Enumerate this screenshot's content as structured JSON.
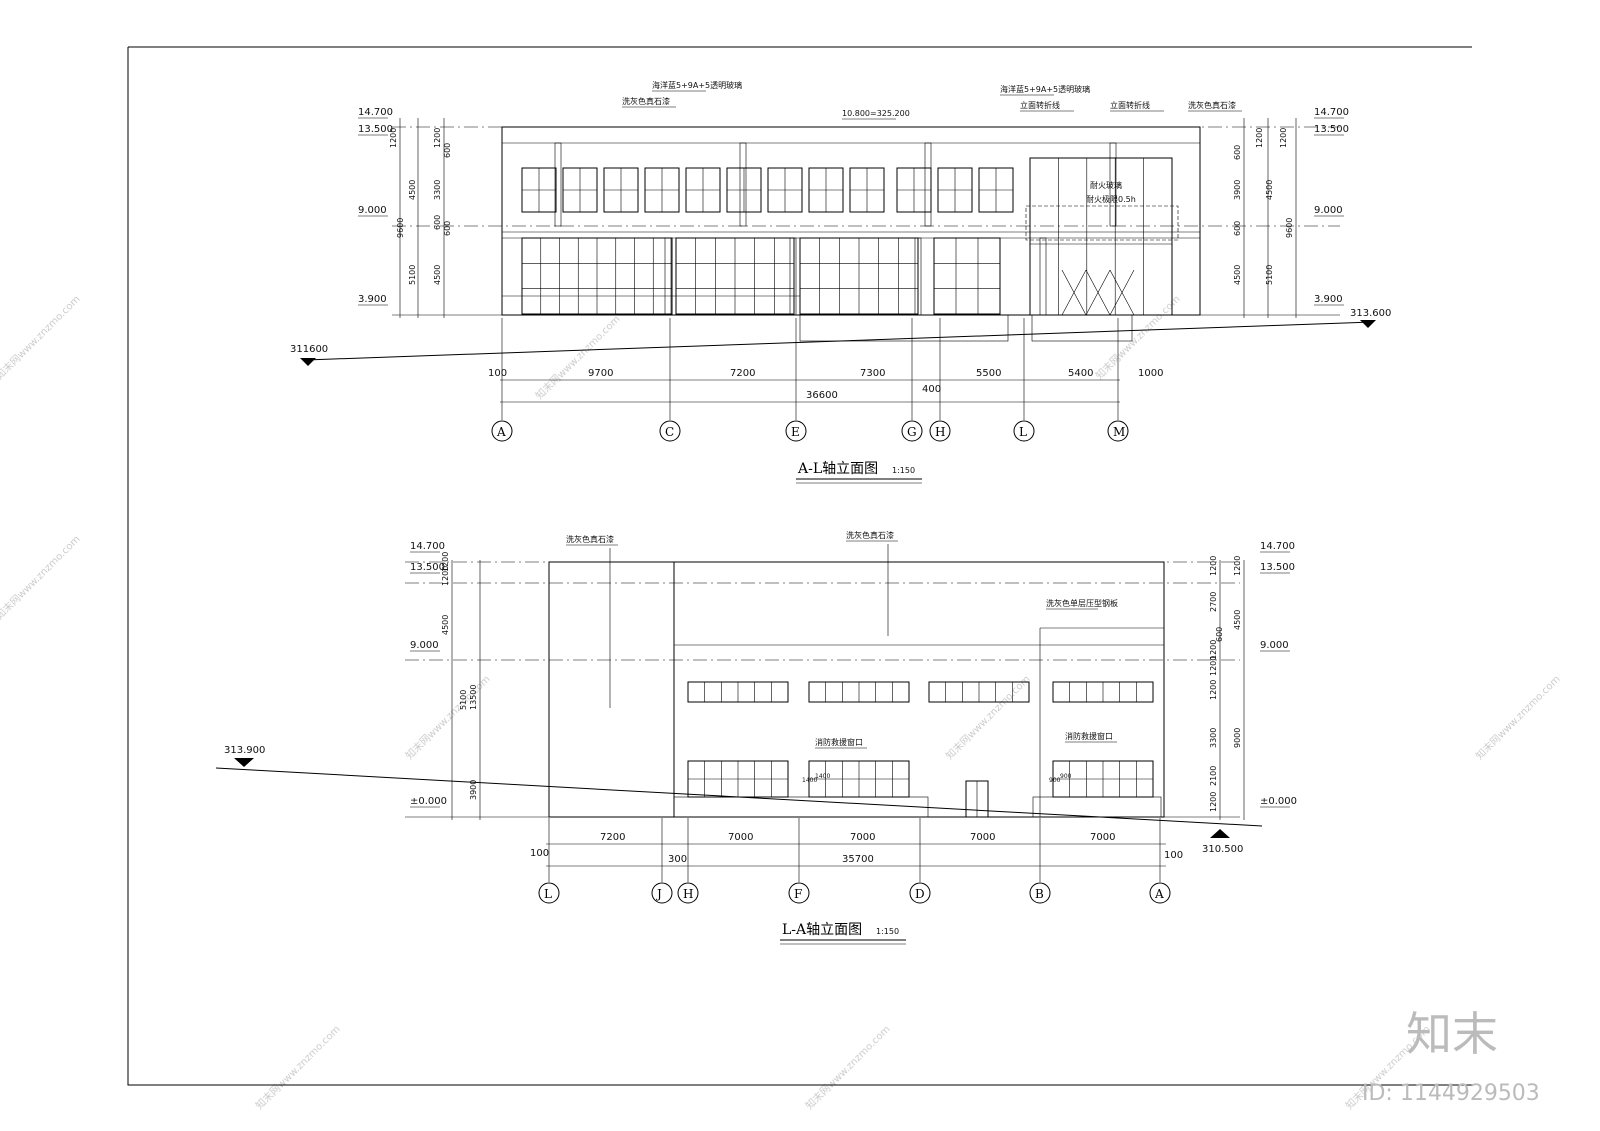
{
  "views": {
    "top": {
      "title": "A-L轴立面图",
      "scale": "1:150",
      "axes": [
        "A",
        "C",
        "E",
        "G",
        "H",
        "L",
        "M"
      ],
      "dims": [
        "100",
        "9700",
        "7200",
        "7300",
        "400",
        "5500",
        "5400",
        "1000"
      ],
      "total": "36600",
      "left_levels": [
        "14.700",
        "13.500",
        "9.000",
        "3.900"
      ],
      "right_levels": [
        "14.700",
        "13.500",
        "9.000",
        "3.900"
      ],
      "left_vdims": [
        "1200",
        "1200",
        "600",
        "4500",
        "3300",
        "9600",
        "600",
        "600",
        "5100",
        "4500"
      ],
      "right_vdims": [
        "600",
        "1200",
        "1200",
        "3900",
        "4500",
        "9600",
        "600",
        "5100",
        "4500"
      ],
      "ground_left": "311600",
      "ground_right": "313.600",
      "notes": [
        "海洋蓝5+9A+5透明玻璃",
        "洗灰色真石漆",
        "10.800=325.200",
        "海洋蓝5+9A+5透明玻璃",
        "立面转折线",
        "立面转折线",
        "洗灰色真石漆"
      ],
      "fire_glass": "耐火玻璃",
      "fire_rating": "耐火极限0.5h"
    },
    "bottom": {
      "title": "L-A轴立面图",
      "scale": "1:150",
      "axes": [
        "L",
        "J",
        "H",
        "F",
        "D",
        "B",
        "A"
      ],
      "dims": [
        "100",
        "7200",
        "300",
        "7000",
        "7000",
        "7000",
        "7000",
        "100"
      ],
      "total": "35700",
      "left_levels": [
        "14.700",
        "13.500",
        "9.000",
        "±0.000"
      ],
      "right_levels": [
        "14.700",
        "13.500",
        "9.000",
        "±0.000"
      ],
      "left_vdims": [
        "1200",
        "1200",
        "4500",
        "13500",
        "5100",
        "3900"
      ],
      "right_vdims": [
        "1200",
        "1200",
        "2700",
        "600",
        "4500",
        "1200",
        "1200",
        "1200",
        "3300",
        "9000",
        "2100",
        "1200"
      ],
      "ground_left": "313.900",
      "ground_right": "310.500",
      "notes": [
        "洗灰色真石漆",
        "洗灰色真石漆",
        "洗灰色单层压型钢板",
        "消防救援窗口",
        "消防救援窗口"
      ],
      "sill": [
        "1400",
        "1400",
        "900",
        "900"
      ]
    }
  },
  "watermark": "知末网www.znzmo.com",
  "brand": "知末",
  "id_label": "ID: 1144929503"
}
